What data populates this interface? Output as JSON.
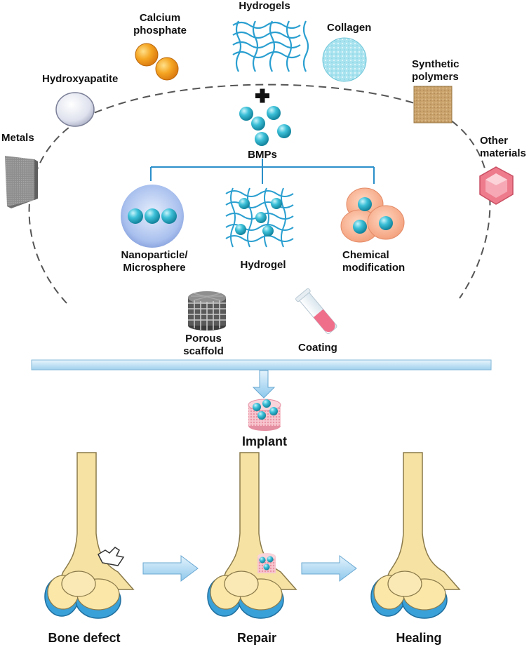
{
  "materials": {
    "hydrogels": "Hydrogels",
    "calcium_phosphate": [
      "Calcium",
      "phosphate"
    ],
    "collagen": "Collagen",
    "hydroxyapatite": "Hydroxyapatite",
    "synthetic_polymers": [
      "Synthetic",
      "polymers"
    ],
    "metals": "Metals",
    "other_materials": [
      "Other",
      "materials"
    ]
  },
  "bmps": "BMPs",
  "strategies": {
    "nanoparticle": [
      "Nanoparticle/",
      "Microsphere"
    ],
    "hydrogel": "Hydrogel",
    "chemical_modification": [
      "Chemical",
      "modification"
    ]
  },
  "forms": {
    "porous_scaffold": [
      "Porous",
      "scaffold"
    ],
    "coating": "Coating"
  },
  "implant": "Implant",
  "stages": [
    "Bone defect",
    "Repair",
    "Healing"
  ],
  "colors": {
    "bmp": "#29a9c4",
    "bone": "#f6e2a3",
    "cartilage": "#3aa0d8",
    "connector": "#2a8fc9",
    "bar": "#bfe0f2"
  }
}
